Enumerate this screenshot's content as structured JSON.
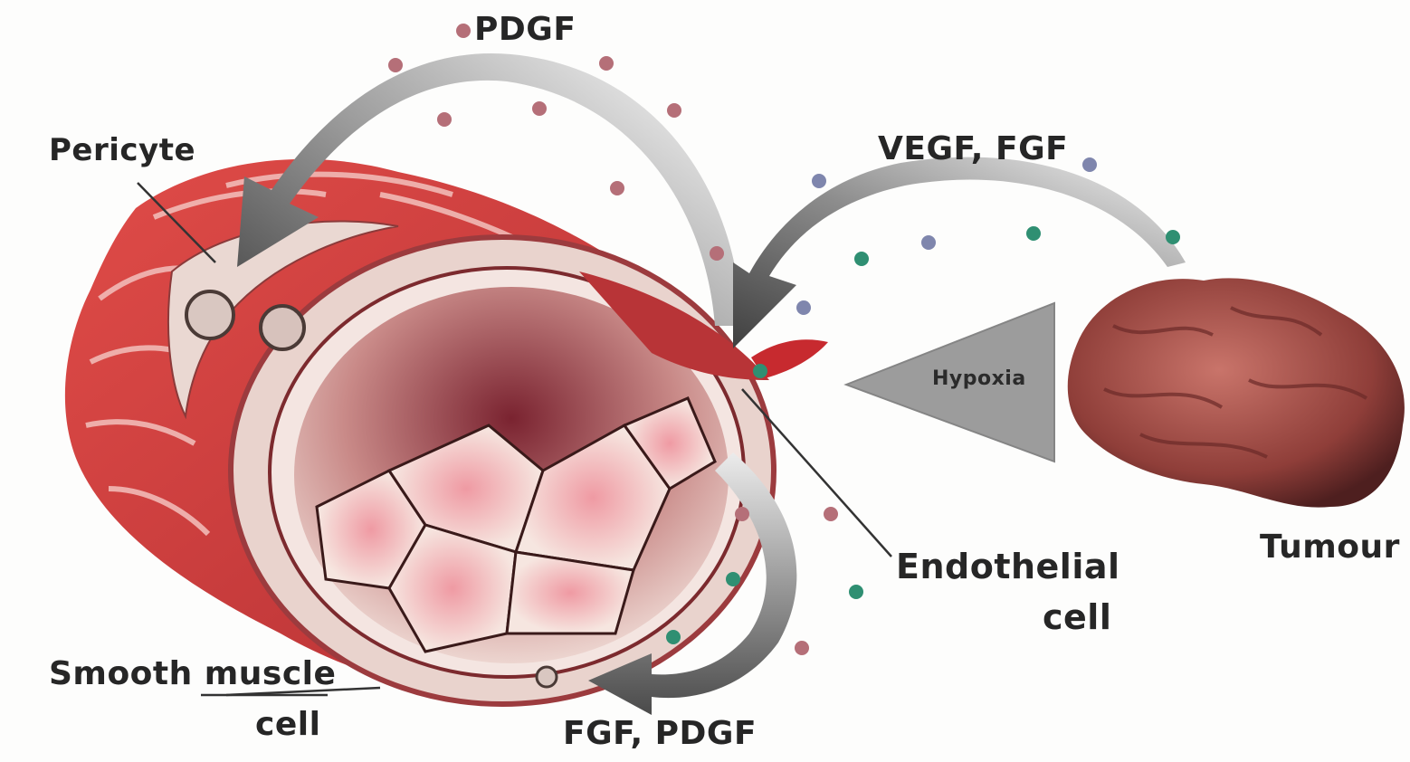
{
  "labels": {
    "pdgf_top": "PDGF",
    "pericyte": "Pericyte",
    "vegf_fgf": "VEGF, FGF",
    "hypoxia": "Hypoxia",
    "tumour": "Tumour",
    "endothelial_line1": "Endothelial",
    "endothelial_line2": "cell",
    "smooth_muscle_line1": "Smooth muscle",
    "smooth_muscle_line2": "cell",
    "fgf_pdgf": "FGF, PDGF"
  },
  "colors": {
    "pdgf_dot": "#b56f78",
    "vegf_dot": "#7f86ad",
    "fgf_dot": "#2f8f72",
    "arrow_dark": "#5e5e5e",
    "arrow_light": "#e6e6e6",
    "vessel_red": "#cf3f3f",
    "tumour": "#a8504a",
    "hypoxia_triangle": "#9a9a9a"
  }
}
